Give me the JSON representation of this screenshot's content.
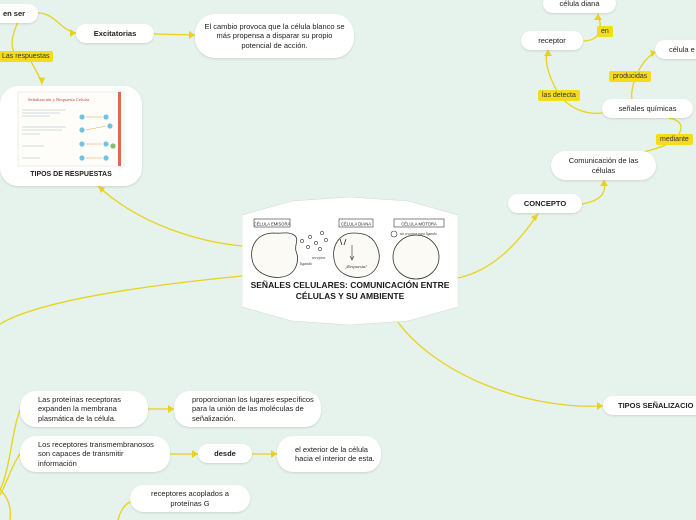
{
  "central": {
    "title": "SEÑALES CELULARES: COMUNICACIÓN ENTRE CÉLULAS Y SU AMBIENTE",
    "panel_labels": [
      "CÉLULA EMISORA",
      "CÉLULA DIANA",
      "CÉLULA MOTORA"
    ],
    "panel_captions": [
      "receptor",
      "ligando",
      "¡Respuesta!",
      "sin receptor para ligando"
    ]
  },
  "nodes": {
    "en_ser": "en ser",
    "excitatorias": "Excitatorias",
    "cambio": "El cambio provoca que la célula blanco se más propensa a disparar su propio potencial de acción.",
    "tipos_respuestas": "TIPOS DE RESPUESTAS",
    "thumb_title": "Señalización y Respuesta Celular",
    "celula_diana": "célula diana",
    "receptor": "receptor",
    "celula_e": "célula e",
    "senales_quimicas": "señales químicas",
    "comunicacion": "Comunicación de las células",
    "concepto": "CONCEPTO",
    "tipos_senalizacion": "TIPOS SEÑALIZACIO",
    "proteinas": "Las proteínas receptoras expanden la membrana plasmática de la célula.",
    "proporcionan": "proporcionan los lugares específicos para la unión de las moléculas de señalización.",
    "transmembranosos": "Los receptores transmembranosos son capaces de transmitir información",
    "desde": "desde",
    "exterior": "el exterior de la célula hacia el interior de esta.",
    "acoplados": "receptores acoplados a proteínas G"
  },
  "tags": {
    "las_respuestas": "Las respuestas",
    "en": "en",
    "producidas": "producidas",
    "las_detecta": "las detecta",
    "mediante": "mediante"
  },
  "colors": {
    "background": "#e6f2ec",
    "connector": "#e8d21c",
    "tag": "#f4dc1a",
    "node": "#ffffff"
  }
}
